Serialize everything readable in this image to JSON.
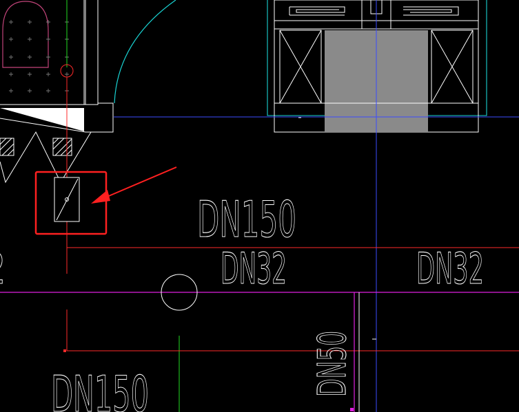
{
  "labels": {
    "dn150_top": "DN150",
    "dn32_middle": "DN32",
    "dn32_right": "DN32",
    "dn50_vertical": "DN50",
    "dn150_bottom": "DN150",
    "cut_digit_left": "2"
  },
  "colors": {
    "background": "#000000",
    "white": "#ffffff",
    "red_pipe": "#ff2a2a",
    "magenta_pipe": "#e020e0",
    "blue_axis": "#3b4bff",
    "green_line": "#22dd22",
    "cyan_line": "#19d3d3",
    "gray_fill": "#8a8a8a",
    "pink_fixture": "#c2447a",
    "highlight_box": "#ff2020",
    "arrow": "#ff2020"
  },
  "icons": {
    "valve_symbol": "gate-valve-icon",
    "pipe_circle": "pipe-section-circle-icon",
    "arrow": "pointer-arrow-icon"
  }
}
